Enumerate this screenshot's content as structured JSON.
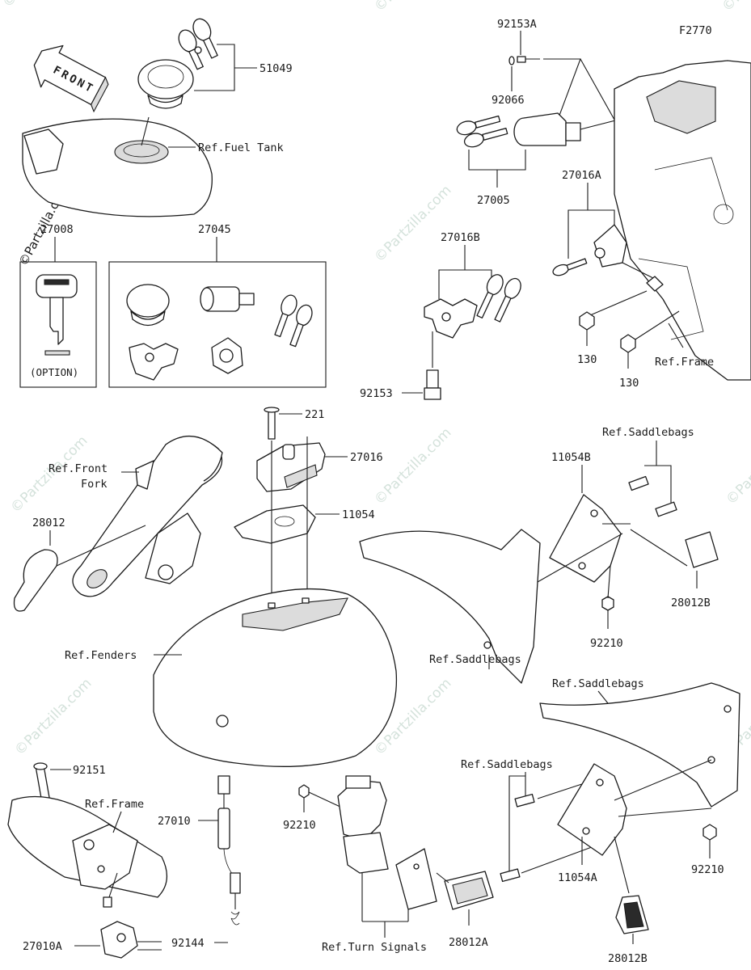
{
  "diagram_code": "F2770",
  "watermark": "©Partzilla.com",
  "front_label": "FRONT",
  "parts": {
    "p51049": "51049",
    "ref_fuel_tank": "Ref.Fuel Tank",
    "p27008": "27008",
    "option_note": "(OPTION)",
    "p27045": "27045",
    "p92153A": "92153A",
    "p92066": "92066",
    "p27005": "27005",
    "p27016A": "27016A",
    "p27016B": "27016B",
    "p92153": "92153",
    "p130_a": "130",
    "p130_b": "130",
    "ref_frame_top": "Ref.Frame",
    "p221": "221",
    "p27016": "27016",
    "p11054": "11054",
    "ref_front_fork": "Ref.Front\n Fork",
    "p28012": "28012",
    "ref_fenders": "Ref.Fenders",
    "p11054B": "11054B",
    "ref_saddlebags_1": "Ref.Saddlebags",
    "ref_saddlebags_2": "Ref.Saddlebags",
    "p28012B_a": "28012B",
    "p92210_a": "92210",
    "ref_saddlebags_3": "Ref.Saddlebags",
    "ref_saddlebags_4": "Ref.Saddlebags",
    "p92151": "92151",
    "ref_frame_bottom": "Ref.Frame",
    "p27010": "27010",
    "p27010A": "27010A",
    "p92144": "92144",
    "p92210_b": "92210",
    "ref_turn_signals": "Ref.Turn Signals",
    "p28012A": "28012A",
    "p11054A": "11054A",
    "p92210_c": "92210",
    "p28012B_b": "28012B"
  }
}
